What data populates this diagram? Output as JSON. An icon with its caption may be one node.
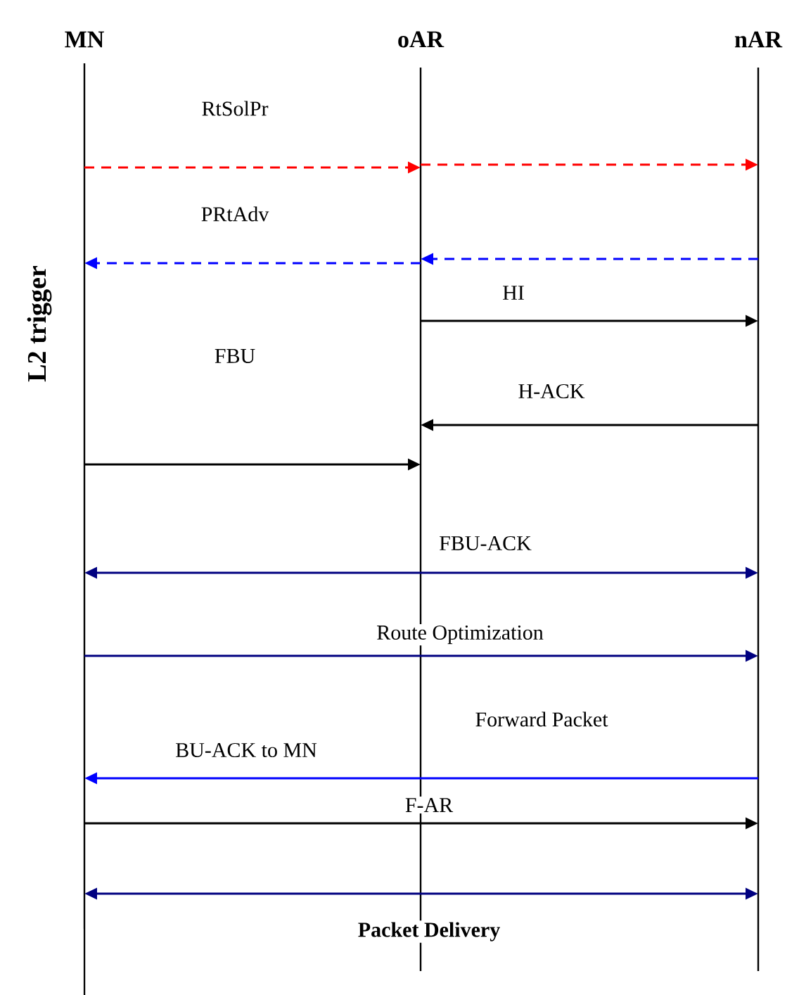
{
  "diagram": {
    "nodes": [
      {
        "text": [
          "MN"
        ]
      },
      {
        "text": [
          "oAR"
        ]
      },
      {
        "text": [
          "nAR"
        ]
      }
    ],
    "edges": [
      {
        "from": 0,
        "to": 1,
        "arrow": "to",
        "label": "RtSolPr",
        "style": "dashed",
        "color": "#ff0000"
      },
      {
        "from": 1,
        "to": 2,
        "arrow": "to",
        "style": "dashed",
        "color": "#ff0000"
      },
      {
        "from": 2,
        "to": 1,
        "arrow": "to",
        "style": "dashed",
        "color": "#0000ff"
      },
      {
        "from": 1,
        "to": 0,
        "arrow": "to",
        "label": "PRtAdv",
        "style": "dashed",
        "color": "#0000ff"
      },
      {
        "from": 1,
        "to": 2,
        "arrow": "to",
        "label": "HI"
      },
      {
        "from": 2,
        "to": 1,
        "arrow": "to",
        "label": "H-ACK"
      },
      {
        "from": 0,
        "to": 1,
        "arrow": "to",
        "label": "FBU"
      },
      {
        "from": 0,
        "to": 2,
        "arrow": "both",
        "label": "FBU-ACK",
        "color": "#000080"
      },
      {
        "from": 0,
        "to": 2,
        "arrow": "to",
        "label": "Route Optimization",
        "color": "#000080"
      },
      {
        "from": 2,
        "to": 0,
        "arrow": "to",
        "label": "BU-ACK to MN",
        "color": "#0000ff"
      },
      {
        "from": 0,
        "to": 2,
        "arrow": "to",
        "label": "F-AR"
      },
      {
        "from": 0,
        "to": 2,
        "arrow": "both",
        "label": "Packet Delivery",
        "color": "#000080"
      }
    ],
    "labels": [
      "L2 trigger",
      "Forward Packet"
    ]
  }
}
